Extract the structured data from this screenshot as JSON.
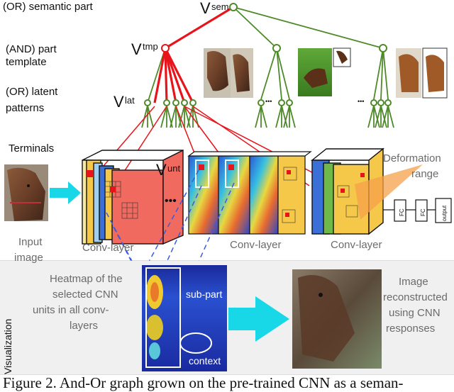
{
  "labels": {
    "or_semantic_part": "(OR) semantic part",
    "and_part_template_1": "(AND) part",
    "and_part_template_2": "template",
    "or_latent_1": "(OR) latent",
    "or_latent_2": "patterns",
    "terminals": "Terminals",
    "v_sem": "sem",
    "v_tmp": "tmp",
    "v_lat": "lat",
    "v_unt": "unt",
    "v_letter": "V",
    "deformation_1": "Deformation",
    "deformation_2": "range",
    "input_image_1": "Input",
    "input_image_2": "image",
    "conv_layer": "Conv-layer",
    "ellipsis": "•••",
    "fc": "FC",
    "output": "output",
    "visualization": "Visualization",
    "heatmap_1": "Heatmap of the",
    "heatmap_2": "selected CNN",
    "heatmap_3": "units in all conv-",
    "heatmap_4": "layers",
    "sub_part": "sub-part",
    "context": "context",
    "reconstructed_1": "Image",
    "reconstructed_2": "reconstructed",
    "reconstructed_3": "using CNN",
    "reconstructed_4": "responses",
    "lat_dots": "•••"
  },
  "caption": "Figure 2. And-Or graph grown on the pre-trained CNN as a seman-",
  "colors": {
    "red_path": "#e8141c",
    "green_tree": "#4f8a2a",
    "cyan_arrow": "#18d8e8",
    "deformation_orange": "#f5a04a",
    "layer_yellow": "#f5c84a",
    "layer_red": "#f06a60",
    "layer_blue": "#3a6fd8",
    "layer_green": "#6fb84a"
  }
}
